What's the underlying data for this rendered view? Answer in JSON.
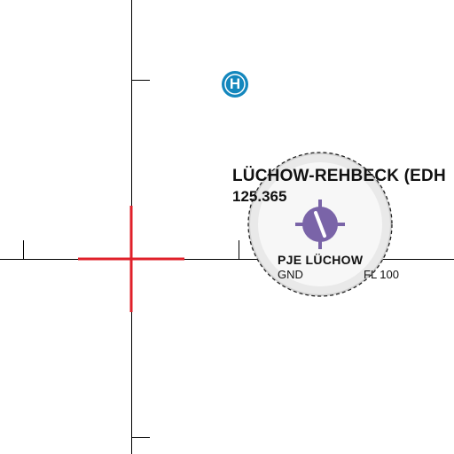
{
  "map": {
    "background": "#ffffff",
    "crosshair_color": "#e0202a",
    "airfield": {
      "name": "LÜCHOW-REHBECK (EDH",
      "frequency": "125.365",
      "symbol_color": "#7a64a8"
    },
    "parachute_jump_area": {
      "name": "PJE LÜCHOW",
      "lower_limit": "GND",
      "upper_limit": "FL 100",
      "fill_color": "#e9e9e9",
      "border_style": "dashed"
    },
    "heliport": {
      "letter": "H",
      "color": "#1487bd"
    }
  }
}
